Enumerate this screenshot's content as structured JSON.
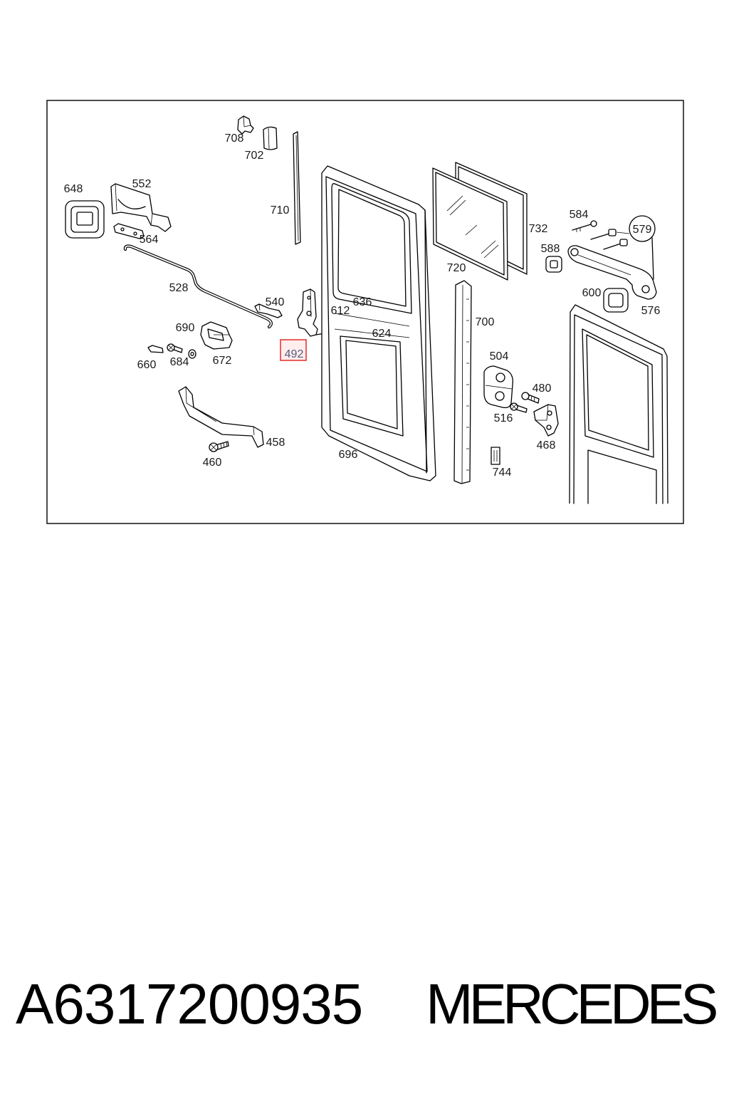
{
  "diagram": {
    "callouts": [
      {
        "label": "708"
      },
      {
        "label": "702"
      },
      {
        "label": "710"
      },
      {
        "label": "648"
      },
      {
        "label": "552"
      },
      {
        "label": "564"
      },
      {
        "label": "528"
      },
      {
        "label": "540"
      },
      {
        "label": "612"
      },
      {
        "label": "636"
      },
      {
        "label": "624"
      },
      {
        "label": "690"
      },
      {
        "label": "660"
      },
      {
        "label": "684"
      },
      {
        "label": "672"
      },
      {
        "label": "492",
        "highlighted": true
      },
      {
        "label": "732"
      },
      {
        "label": "720"
      },
      {
        "label": "584"
      },
      {
        "label": "579",
        "circled": true
      },
      {
        "label": "588"
      },
      {
        "label": "600"
      },
      {
        "label": "576"
      },
      {
        "label": "700"
      },
      {
        "label": "504"
      },
      {
        "label": "480"
      },
      {
        "label": "516"
      },
      {
        "label": "468"
      },
      {
        "label": "458"
      },
      {
        "label": "460"
      },
      {
        "label": "696"
      },
      {
        "label": "744"
      }
    ]
  },
  "footer": {
    "part_number": "A6317200935",
    "brand": "MERCEDES"
  },
  "colors": {
    "line": "#000000",
    "highlight": "#e53935",
    "highlight_fill": "#fde3e3",
    "text": "#1a1a1a"
  }
}
